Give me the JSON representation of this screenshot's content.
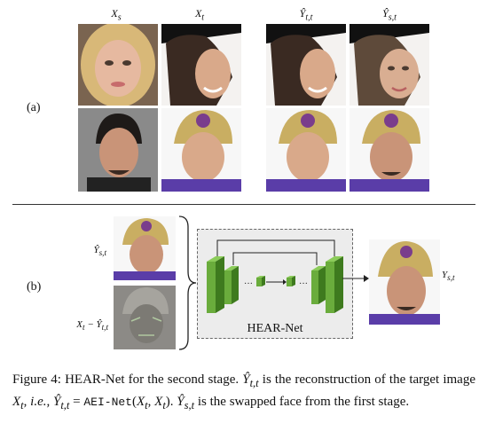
{
  "panel_a": {
    "label": "(a)",
    "columns": [
      "X",
      "X",
      "Ŷ",
      "Ŷ"
    ],
    "column_subscripts": [
      "s",
      "t",
      "t,t",
      "s,t"
    ]
  },
  "panel_b": {
    "label": "(b)",
    "input_label_1": "Ŷ",
    "input_label_1_sub": "s,t",
    "input_label_2": "X",
    "input_label_2_sub": "t",
    "input_label_2_mid": " − Ŷ",
    "input_label_2_sub2": "t,t",
    "output_label": "Y",
    "output_label_sub": "s,t",
    "net_name": "HEAR-Net",
    "dots": "···"
  },
  "caption": {
    "p1": "Figure 4: HEAR-Net for the second stage. ",
    "y_hat": "Ŷ",
    "tt": "t,t",
    "p2": " is the reconstruction of the target image ",
    "x": "X",
    "t": "t",
    "p3": ", ",
    "ie": "i.e.",
    "p4": ", ",
    "eq": " = ",
    "aei": "AEI-Net",
    "args_open": "(",
    "comma": ", ",
    "args_close": ")",
    "p5": ". ",
    "st": "s,t",
    "p6": " is the swapped face from the first stage."
  },
  "colors": {
    "unet_green": "#6aac3c",
    "unet_green_dark": "#3e7a1e",
    "skin": "#d9a98a",
    "hair_blonde": "#d8b878",
    "hair_dark": "#3a2a22",
    "turban_gold": "#c9ae62",
    "shirt_purple": "#5a3da8"
  }
}
